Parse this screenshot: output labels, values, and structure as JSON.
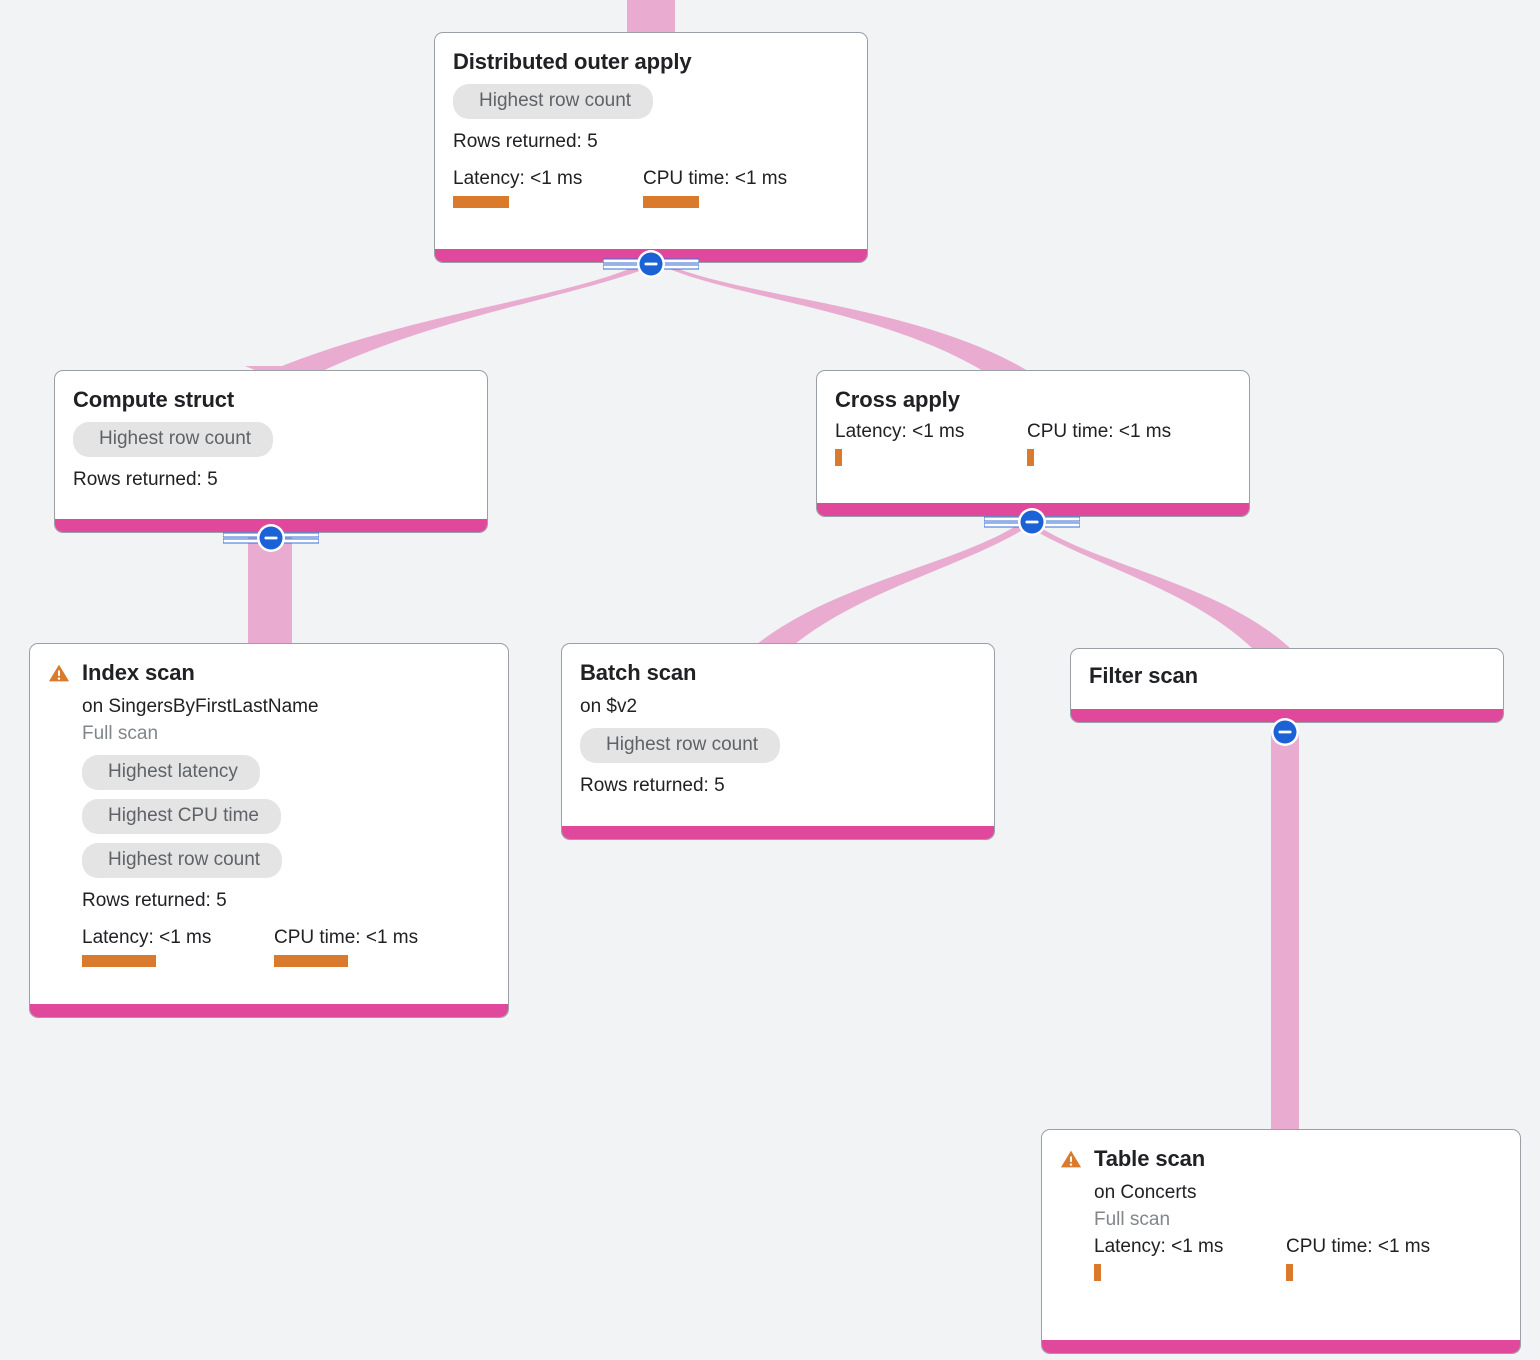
{
  "diagram": {
    "kind": "query-execution-plan",
    "background_color": "#f1f3f4",
    "accent_color": "#e0489b",
    "edge_color": "#e9abcf",
    "badge_color": "#1a62d6",
    "metric_bar_color": "#d97a2c",
    "warning_color": "#d97a2c",
    "chip_bg_color": "#e4e4e4",
    "labels": {
      "rows_returned_prefix": "Rows returned: ",
      "latency_prefix": "Latency: ",
      "cpu_prefix": "CPU time: "
    }
  },
  "nodes": [
    {
      "id": "distributed-outer-apply",
      "title": "Distributed outer apply",
      "warning": false,
      "subtitle": null,
      "scan_note": null,
      "chips": [
        "Highest row count"
      ],
      "rows_returned": "Rows returned: 5",
      "latency": "Latency: <1 ms",
      "cpu_time": "CPU time: <1 ms",
      "latency_bar_width": 56,
      "cpu_bar_width": 56
    },
    {
      "id": "compute-struct",
      "title": "Compute struct",
      "warning": false,
      "subtitle": null,
      "scan_note": null,
      "chips": [
        "Highest row count"
      ],
      "rows_returned": "Rows returned: 5",
      "latency": null,
      "cpu_time": null,
      "latency_bar_width": 0,
      "cpu_bar_width": 0
    },
    {
      "id": "cross-apply",
      "title": "Cross apply",
      "warning": false,
      "subtitle": null,
      "scan_note": null,
      "chips": [],
      "rows_returned": null,
      "latency": "Latency: <1 ms",
      "cpu_time": "CPU time: <1 ms",
      "latency_bar_width": 7,
      "cpu_bar_width": 7
    },
    {
      "id": "index-scan",
      "title": "Index scan",
      "warning": true,
      "subtitle": "on SingersByFirstLastName",
      "scan_note": "Full scan",
      "chips": [
        "Highest latency",
        "Highest CPU time",
        "Highest row count"
      ],
      "rows_returned": "Rows returned: 5",
      "latency": "Latency: <1 ms",
      "cpu_time": "CPU time: <1 ms",
      "latency_bar_width": 74,
      "cpu_bar_width": 74
    },
    {
      "id": "batch-scan",
      "title": "Batch scan",
      "warning": false,
      "subtitle": "on $v2",
      "scan_note": null,
      "chips": [
        "Highest row count"
      ],
      "rows_returned": "Rows returned: 5",
      "latency": null,
      "cpu_time": null,
      "latency_bar_width": 0,
      "cpu_bar_width": 0
    },
    {
      "id": "filter-scan",
      "title": "Filter scan",
      "warning": false,
      "subtitle": null,
      "scan_note": null,
      "chips": [],
      "rows_returned": null,
      "latency": null,
      "cpu_time": null,
      "latency_bar_width": 0,
      "cpu_bar_width": 0
    },
    {
      "id": "table-scan",
      "title": "Table scan",
      "warning": true,
      "subtitle": "on Concerts",
      "scan_note": "Full scan",
      "chips": [],
      "rows_returned": null,
      "latency": "Latency: <1 ms",
      "cpu_time": "CPU time: <1 ms",
      "latency_bar_width": 7,
      "cpu_bar_width": 7
    }
  ],
  "collapse_buttons": [
    {
      "for": "distributed-outer-apply",
      "glyph": "minus",
      "has_stripes": true
    },
    {
      "for": "compute-struct",
      "glyph": "minus",
      "has_stripes": true
    },
    {
      "for": "cross-apply",
      "glyph": "minus",
      "has_stripes": true
    },
    {
      "for": "filter-scan",
      "glyph": "minus",
      "has_stripes": false
    }
  ],
  "edges": [
    {
      "from": "incoming",
      "to": "distributed-outer-apply"
    },
    {
      "from": "distributed-outer-apply",
      "to": "compute-struct"
    },
    {
      "from": "distributed-outer-apply",
      "to": "cross-apply"
    },
    {
      "from": "compute-struct",
      "to": "index-scan"
    },
    {
      "from": "cross-apply",
      "to": "batch-scan"
    },
    {
      "from": "cross-apply",
      "to": "filter-scan"
    },
    {
      "from": "filter-scan",
      "to": "table-scan"
    }
  ]
}
